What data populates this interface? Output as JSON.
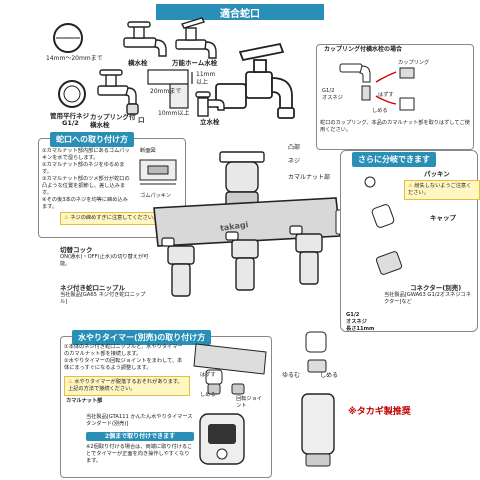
{
  "header": {
    "title": "適合蛇口"
  },
  "faucets": {
    "size_range": "14mm〜20mmまで",
    "yoko": "横水栓",
    "bannou": "万能ホーム水栓",
    "pipe": "管用平行ネジ",
    "pipe_size": "G1/2",
    "coupling": "カップリング付横水栓",
    "dim_11": "11mm",
    "dim_11_sub": "以上",
    "dim_20": "20mmまで",
    "dim_10": "10mm以上",
    "tachi": "立水栓",
    "mouth": "口"
  },
  "coupling_case": {
    "title": "カップリング付横水栓の場合",
    "label_coupling": "カップリング",
    "label_male": "G1/2\nオスネジ",
    "label_hazusu": "はずす",
    "label_shimeru": "しめる",
    "note": "蛇口のカップリング、本品のカマルナット部を取りはずしてご使用ください。"
  },
  "install": {
    "title": "蛇口への取り付け方",
    "steps": [
      "①カマルナット部内部にあるゴムパッキンを水で湿らします。",
      "②カマルナット部のネジをゆるめます。",
      "③カマルナット部のツメ部分が蛇口の凸ような位置を調節し、差し込みます。",
      "④その後3本のネジを均等に締め込みます。"
    ],
    "warn": "ネジの締めすぎに注意してください。",
    "label_cross": "断面図",
    "label_gom": "ゴムパッキン",
    "label_totsubu": "凸部",
    "label_neji": "ネジ",
    "label_kamaru": "カマルナット部"
  },
  "cock": {
    "title": "切替コック",
    "desc": "ON(通水)・OFF(止水)の切り替えが可能。",
    "nipple_title": "ネジ付き蛇口ニップル",
    "nipple_desc": "当社製品[GA65 ネジ付き蛇口ニップル]"
  },
  "branch": {
    "title": "さらに分岐できます",
    "packing": "パッキン",
    "packing_note": "紛失しないようご注意ください。",
    "cap": "キャップ",
    "connector": "コネクター(別売)",
    "connector_desc": "当社製品[GWA63 G1/2オスネジコネクター]など",
    "male_label": "G1/2\nオスネジ\n長さ11mm",
    "loosen": "ゆるむ",
    "tighten": "しめる"
  },
  "timer": {
    "title": "水やりタイマー(別売)の取り付け方",
    "steps": [
      "①本体のネジ付き蛇口ニップルと、水やりタイマーのカマルナット部を接続します。",
      "②水やりタイマーの回転ジョイントをまわして、本体にまっすぐになるよう調整します。"
    ],
    "warn": "水やりタイマーが脱落するおそれがあります。上記の方法で接続ください。",
    "label_kamaru": "カマルナット部",
    "label_hazusu": "はずす",
    "label_shimeru": "しめる",
    "label_joint": "回転ジョイント",
    "product": "当社製品[GTA111 かんたん水やりタイマースタンダード(別売)]",
    "two_title": "2個まで取り付けできます",
    "two_desc": "※2個取り付ける場合は、両端に取り付けることでタイマーが正面を向き操作しやすくなります。"
  },
  "recommend": "※タカギ製推奨",
  "brand": "takagi"
}
